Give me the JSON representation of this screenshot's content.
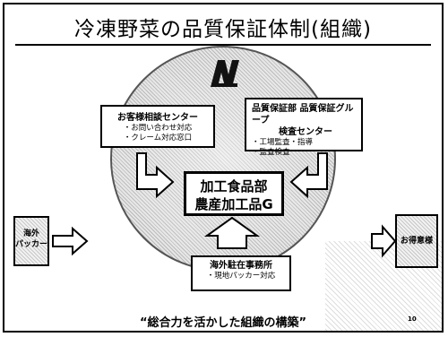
{
  "title": "冷凍野菜の品質保証体制(組織)",
  "customer_center": {
    "title": "お客様相談センター",
    "items": [
      "・お問い合わせ対応",
      "・クレーム対応窓口"
    ]
  },
  "quality_dept": {
    "title_line1": "品質保証部 品質保証グループ",
    "title_line2": "検査センター",
    "items": [
      "・工場監査・指導",
      "・監査検査"
    ]
  },
  "center_dept": {
    "line1": "加工食品部",
    "line2": "農産加工品G"
  },
  "overseas_office": {
    "title": "海外駐在事務所",
    "item": "・現地パッカー対応"
  },
  "overseas_packer": {
    "line1": "海外",
    "line2": "パッカー"
  },
  "customers": {
    "label": "お得意様"
  },
  "footer": "“総合力を活かした組織の構築”",
  "page_number": "10"
}
